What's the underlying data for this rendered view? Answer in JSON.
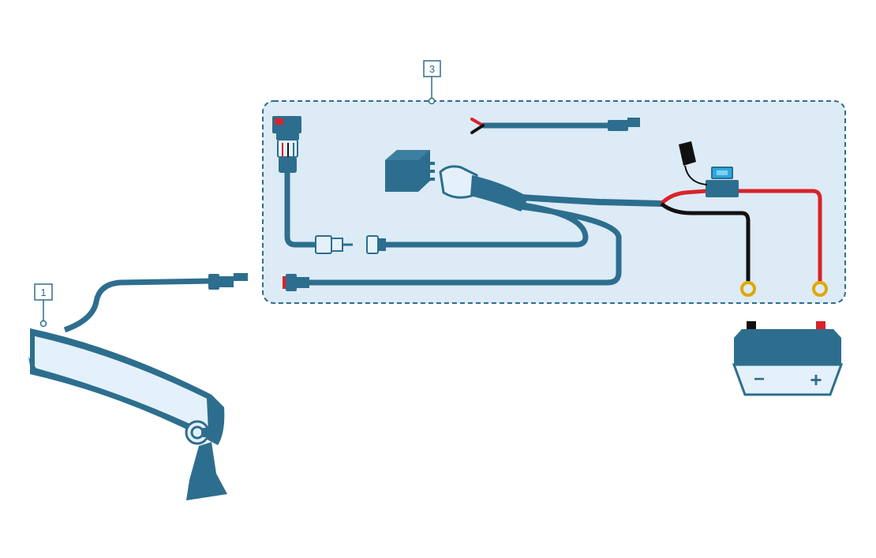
{
  "callouts": [
    {
      "id": "1",
      "label": "1"
    },
    {
      "id": "3",
      "label": "3"
    }
  ],
  "battery": {
    "negative_symbol": "−",
    "positive_symbol": "+"
  },
  "colors": {
    "primary": "#2d6e8e",
    "panel_fill": "#dcebf6",
    "panel_border": "#2d6e8e",
    "light_fill": "#e4f1fb",
    "wire_red": "#d8232a",
    "wire_black": "#111111",
    "ring_terminal": "#e0a800",
    "fuse_blue": "#2aa8e0"
  },
  "icons": [
    "light-bar-icon",
    "rocker-switch-icon",
    "relay-icon",
    "wiring-harness-icon",
    "inline-fuse-icon",
    "fuse-cap-icon",
    "ring-terminal-icon",
    "battery-icon",
    "connector-plug-icon",
    "y-splitter-cable-icon"
  ]
}
